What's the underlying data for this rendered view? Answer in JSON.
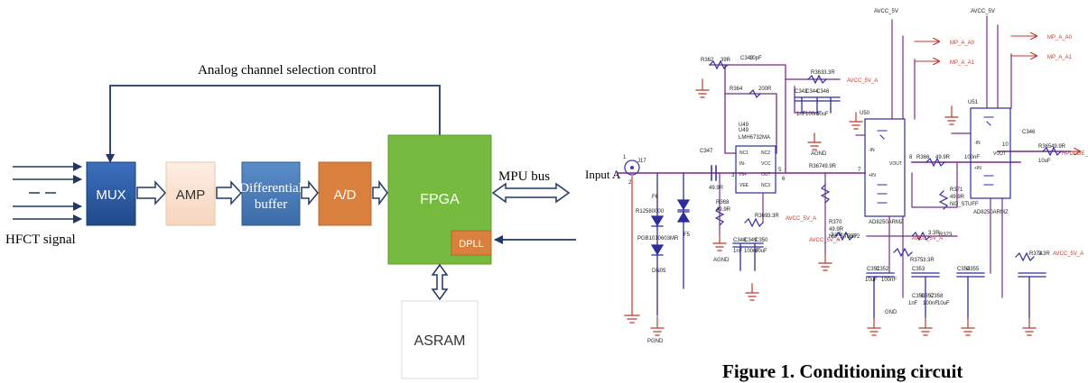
{
  "block_diagram": {
    "top_label": "Analog channel selection control",
    "input_label": "HFCT signal",
    "blocks": {
      "mux": "MUX",
      "amp": "AMP",
      "diff_line1": "Differential",
      "diff_line2": "buffer",
      "adc": "A/D",
      "fpga": "FPGA",
      "dpll": "DPLL",
      "asram": "ASRAM"
    },
    "mpu_bus_label": "MPU bus",
    "colors": {
      "mux": "#2f5fa8",
      "amp": "#fbe3d2",
      "diff": "#4f81bd",
      "adc": "#d9803f",
      "fpga": "#76bb40",
      "dpll": "#d9803f",
      "asram": "#ffffff",
      "lines": "#1f3864"
    }
  },
  "schematic": {
    "input_label": "Input A",
    "chips": [
      {
        "ref": "U49",
        "part": "LMH6732MA",
        "pins_left": [
          "NC1",
          "IN-",
          "IN+",
          "VEE"
        ],
        "pins_right": [
          "NC2",
          "VCC",
          "OUT",
          "NC3"
        ]
      },
      {
        "ref": "U50",
        "part": "AD8250ARMZ",
        "pins": [
          "-IN",
          "+IN",
          "VOUT"
        ]
      },
      {
        "ref": "U51",
        "part": "AD8250ARMZ",
        "pins": [
          "-IN",
          "+IN",
          "VOUT"
        ]
      }
    ],
    "labels": [
      "AVCC_5V",
      "AVCC_5V",
      "MP_A_A0",
      "MP_A_A1",
      "MP_A_A0",
      "MP_A_A1",
      "R362",
      "39R",
      "C343",
      "10pF",
      "R363",
      "3.3R",
      "AVCC_5V_A",
      "R364",
      "200R",
      "C343",
      "C344",
      "C346",
      "1nF",
      "100nF",
      "10uF",
      "AGND",
      "U49",
      "C347",
      "R367",
      "49.9R",
      "R366",
      "49.9R",
      "C346",
      "R365",
      "49.9R",
      "HPDCDE_A",
      "10uF",
      "R371",
      "49.9R",
      "NO_STUFF",
      "R370",
      "49.9R",
      "NO_STUFF",
      "R368",
      "49.9R",
      "R369",
      "3.3R",
      "AVCC_5V_A",
      "AVCC_5V_A",
      "3.3R",
      "R372",
      "AVCC_5V_A",
      "3.3R",
      "R373",
      "R374",
      "3.3R",
      "AVCC_5V_A",
      "C348",
      "C349",
      "C350",
      "1nF",
      "100nF",
      "10uF",
      "C351",
      "C352",
      "10uF",
      "100nF",
      "C353",
      "C354",
      "C355",
      "R375",
      "3.3R",
      "C356",
      "C357",
      "C358",
      "1nF",
      "100nF",
      "10uF",
      "PGB1010603MR",
      "R12580000",
      "DN05",
      "F5",
      "F6",
      "J17",
      "PGND",
      "AGND",
      "GND",
      "1",
      "2",
      "3",
      "5",
      "6",
      "7",
      "8",
      "10",
      "100nF",
      "49.9R"
    ]
  },
  "caption": "Figure 1. Conditioning circuit"
}
